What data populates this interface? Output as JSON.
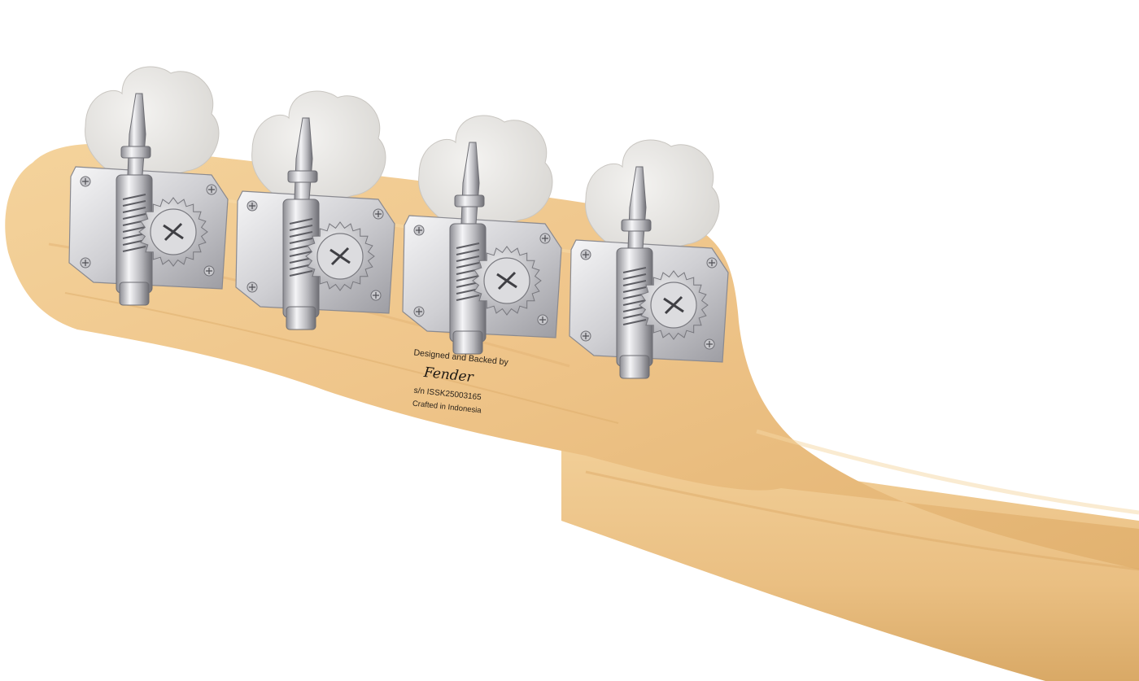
{
  "headstock": {
    "designed_by": "Designed and Backed by",
    "brand_logo": "Fender",
    "serial": "s/n ISSK25003165",
    "origin": "Crafted in Indonesia"
  },
  "tuners": [
    {
      "id": "tuner-1"
    },
    {
      "id": "tuner-2"
    },
    {
      "id": "tuner-3"
    },
    {
      "id": "tuner-4"
    }
  ],
  "colors": {
    "background": "#ffffff",
    "maple": "#efc98d",
    "maple_dark": "#dcae6a",
    "chrome": "#d9d9dc",
    "tuner_key": "#e7e5e2"
  }
}
